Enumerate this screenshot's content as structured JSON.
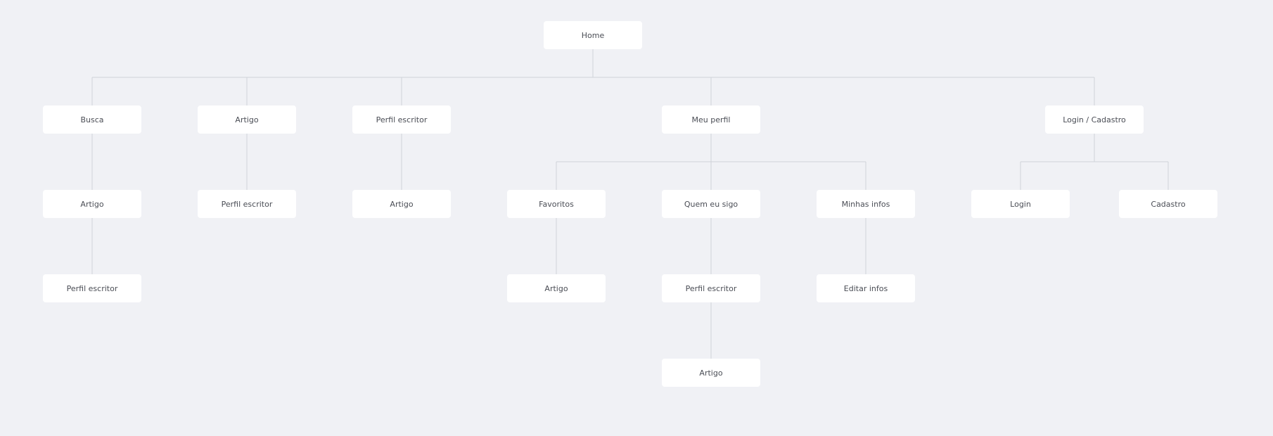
{
  "sitemap": {
    "home": "Home",
    "busca": "Busca",
    "busca_artigo": "Artigo",
    "busca_perfil_escritor": "Perfil escritor",
    "artigo": "Artigo",
    "artigo_perfil_escritor": "Perfil escritor",
    "perfil_escritor": "Perfil escritor",
    "perfil_escritor_artigo": "Artigo",
    "meu_perfil": "Meu perfil",
    "favoritos": "Favoritos",
    "favoritos_artigo": "Artigo",
    "quem_eu_sigo": "Quem eu sigo",
    "quem_eu_sigo_perfil_escritor": "Perfil escritor",
    "quem_eu_sigo_artigo": "Artigo",
    "minhas_infos": "Minhas infos",
    "editar_infos": "Editar infos",
    "login_cadastro": "Login / Cadastro",
    "login": "Login",
    "cadastro": "Cadastro"
  },
  "colors": {
    "background": "#f0f1f5",
    "node": "#ffffff",
    "connector": "#cfd2d9",
    "text": "#4a4d55"
  }
}
